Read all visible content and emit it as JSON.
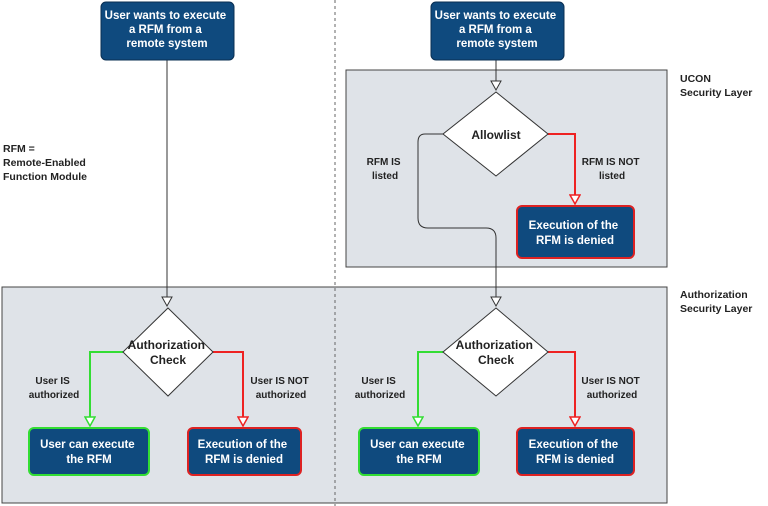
{
  "left_note": [
    "RFM =",
    "Remote-Enabled",
    "Function Module"
  ],
  "ucon_layer": [
    "UCON",
    "Security Layer"
  ],
  "auth_layer": [
    "Authorization",
    "Security Layer"
  ],
  "start_left": [
    "User wants to execute",
    "a RFM from a",
    "remote system"
  ],
  "start_right": [
    "User wants to execute",
    "a RFM from a",
    "remote system"
  ],
  "allowlist": {
    "title": "Allowlist",
    "listed": [
      "RFM IS",
      "listed"
    ],
    "not_listed": [
      "RFM IS NOT",
      "listed"
    ]
  },
  "ucon_denied": [
    "Execution of the",
    "RFM is denied"
  ],
  "auth_left": {
    "title": [
      "Authorization",
      "Check"
    ],
    "yes": [
      "User IS",
      "authorized"
    ],
    "no": [
      "User IS NOT",
      "authorized"
    ],
    "ok": [
      "User can execute",
      "the RFM"
    ],
    "denied": [
      "Execution of the",
      "RFM is denied"
    ]
  },
  "auth_right": {
    "title": [
      "Authorization",
      "Check"
    ],
    "yes": [
      "User IS",
      "authorized"
    ],
    "no": [
      "User IS NOT",
      "authorized"
    ],
    "ok": [
      "User can execute",
      "the RFM"
    ],
    "denied": [
      "Execution of the",
      "RFM is denied"
    ]
  },
  "colors": {
    "box_fill": "#0f4a7e",
    "box_stroke": "#0a2f52",
    "green": "#33dd33",
    "red": "#ee2222",
    "panel": "#dfe3e8",
    "panel_stroke": "#444444"
  }
}
